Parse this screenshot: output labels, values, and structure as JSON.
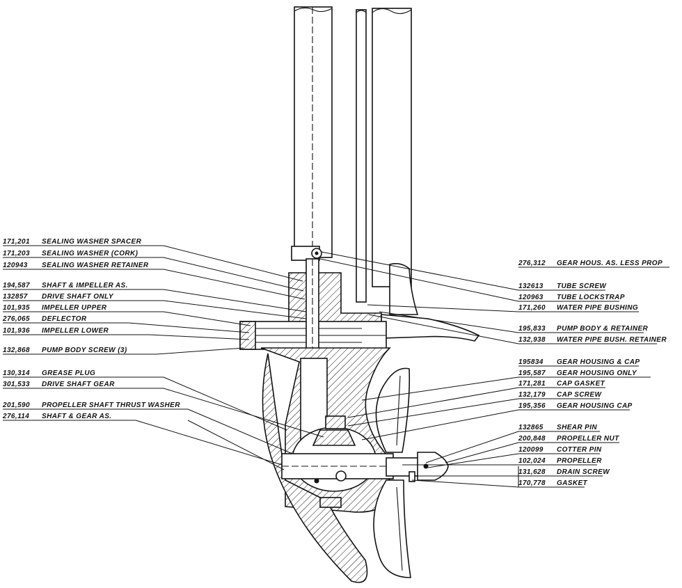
{
  "diagram": {
    "left_labels": [
      {
        "part_no": "171,201",
        "name": "SEALING WASHER SPACER"
      },
      {
        "part_no": "171,203",
        "name": "SEALING WASHER (CORK)"
      },
      {
        "part_no": "120943",
        "name": "SEALING WASHER RETAINER"
      },
      {
        "part_no": "194,587",
        "name": "SHAFT & IMPELLER AS."
      },
      {
        "part_no": "132857",
        "name": "DRIVE SHAFT ONLY"
      },
      {
        "part_no": "101,935",
        "name": "IMPELLER UPPER"
      },
      {
        "part_no": "276,065",
        "name": "DEFLECTOR"
      },
      {
        "part_no": "101,936",
        "name": "IMPELLER LOWER"
      },
      {
        "part_no": "132,868",
        "name": "PUMP BODY SCREW (3)"
      },
      {
        "part_no": "130,314",
        "name": "GREASE PLUG"
      },
      {
        "part_no": "301,533",
        "name": "DRIVE SHAFT GEAR"
      },
      {
        "part_no": "201,590",
        "name": "PROPELLER SHAFT THRUST WASHER"
      },
      {
        "part_no": "276,114",
        "name": "SHAFT & GEAR AS."
      }
    ],
    "right_labels": [
      {
        "part_no": "276,312",
        "name": "GEAR HOUS. AS. LESS PROP"
      },
      {
        "part_no": "132613",
        "name": "TUBE SCREW"
      },
      {
        "part_no": "120963",
        "name": "TUBE LOCKSTRAP"
      },
      {
        "part_no": "171,260",
        "name": "WATER PIPE BUSHING"
      },
      {
        "part_no": "195,833",
        "name": "PUMP BODY & RETAINER"
      },
      {
        "part_no": "132,938",
        "name": "WATER PIPE BUSH. RETAINER"
      },
      {
        "part_no": "195834",
        "name": "GEAR HOUSING & CAP"
      },
      {
        "part_no": "195,587",
        "name": "GEAR HOUSING ONLY"
      },
      {
        "part_no": "171,281",
        "name": "CAP GASKET"
      },
      {
        "part_no": "132,179",
        "name": "CAP SCREW"
      },
      {
        "part_no": "195,356",
        "name": "GEAR HOUSING CAP"
      },
      {
        "part_no": "132865",
        "name": "SHEAR PIN"
      },
      {
        "part_no": "200,848",
        "name": "PROPELLER NUT"
      },
      {
        "part_no": "120099",
        "name": "COTTER PIN"
      },
      {
        "part_no": "102,024",
        "name": "PROPELLER"
      },
      {
        "part_no": "131,628",
        "name": "DRAIN SCREW"
      },
      {
        "part_no": "170,778",
        "name": "GASKET"
      }
    ]
  }
}
